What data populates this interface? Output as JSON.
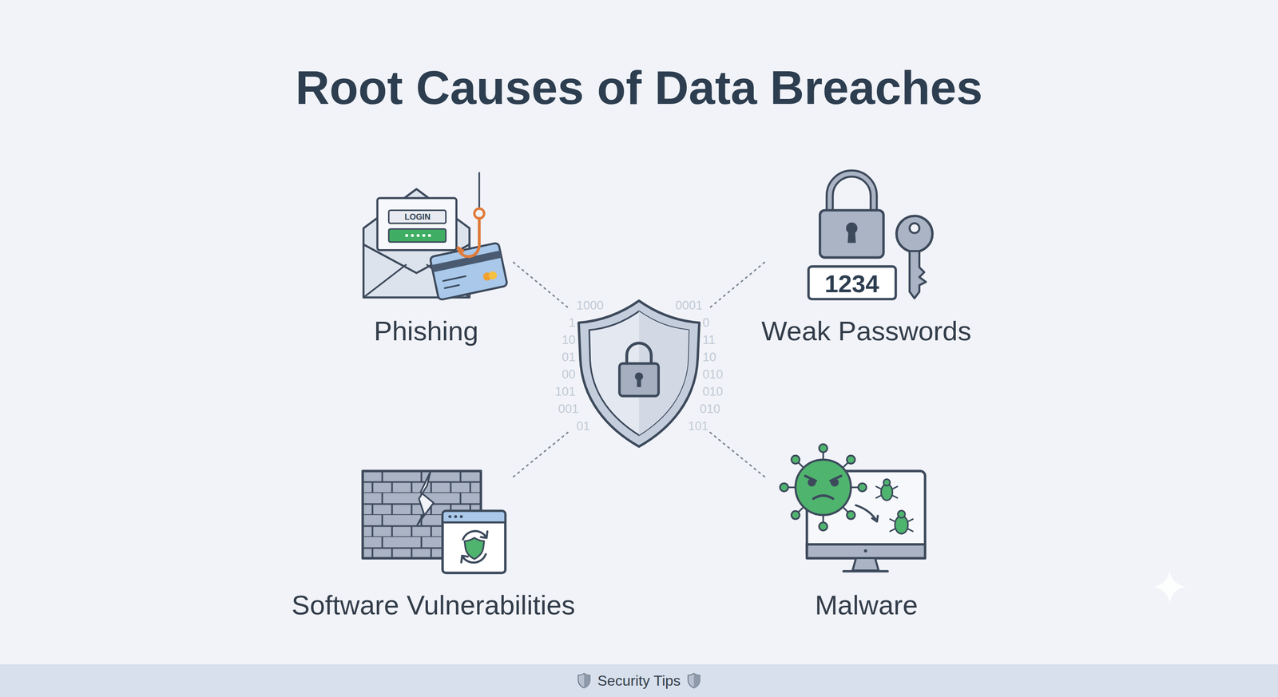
{
  "diagram": {
    "title": "Root Causes of Data Breaches",
    "nodes": [
      {
        "text": [
          "Security Tips"
        ]
      }
    ],
    "labels": [
      "Phishing",
      "Weak Passwords",
      "Software Vulnerabilities",
      "Malware",
      "LOGIN",
      "1234",
      "1000",
      "0001",
      "1",
      "0",
      "10",
      "11",
      "01",
      "10",
      "00",
      "010",
      "101",
      "010",
      "001",
      "010",
      "01",
      "101"
    ]
  }
}
